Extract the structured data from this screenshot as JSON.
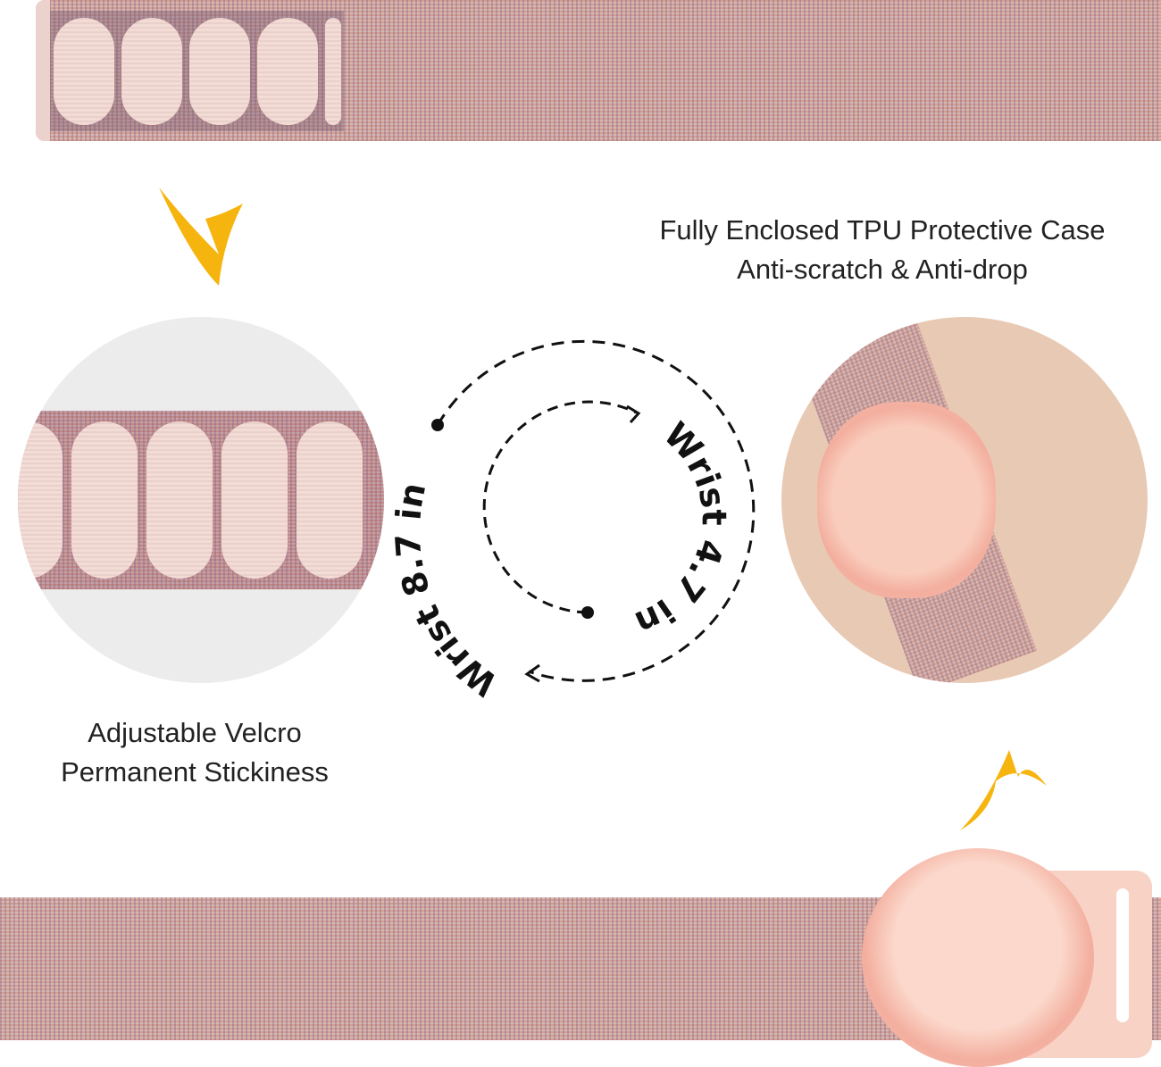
{
  "right_caption": {
    "line1": "Fully Enclosed TPU Protective Case",
    "line2": "Anti-scratch & Anti-drop"
  },
  "left_caption": {
    "line1": "Adjustable Velcro",
    "line2": "Permanent Stickiness"
  },
  "size_diagram": {
    "outer_label": "Wrist 8.7 in",
    "inner_label": "Wrist 4.7 in"
  },
  "colors": {
    "arrow": "#f6b40e",
    "band": "#c9a39e",
    "case": "#f6c1b4"
  }
}
